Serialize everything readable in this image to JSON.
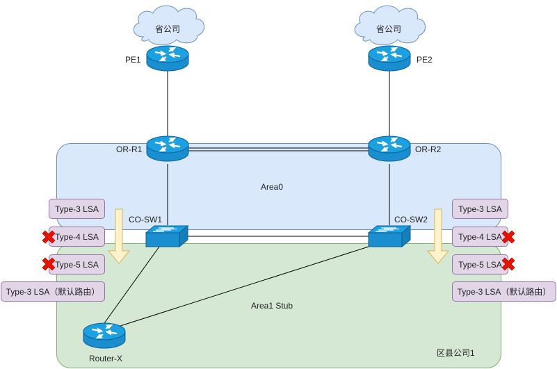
{
  "areas": {
    "area0": "Area0",
    "area1": "Area1 Stub",
    "branch": "区县公司1"
  },
  "devices": {
    "pe1": {
      "label": "PE1",
      "cloud": "省公司"
    },
    "pe2": {
      "label": "PE2",
      "cloud": "省公司"
    },
    "or_r1": "OR-R1",
    "or_r2": "OR-R2",
    "co_sw1": "CO-SW1",
    "co_sw2": "CO-SW2",
    "router_x": "Router-X"
  },
  "lsa_left": [
    {
      "label": "Type-3 LSA",
      "blocked": false
    },
    {
      "label": "Type-4 LSA",
      "blocked": true
    },
    {
      "label": "Type-5 LSA",
      "blocked": true
    },
    {
      "label": "Type-3 LSA（默认路由）",
      "blocked": false
    }
  ],
  "lsa_right": [
    {
      "label": "Type-3 LSA",
      "blocked": false
    },
    {
      "label": "Type-4 LSA",
      "blocked": true
    },
    {
      "label": "Type-5 LSA",
      "blocked": true
    },
    {
      "label": "Type-3 LSA（默认路由）",
      "blocked": false
    }
  ],
  "colors": {
    "area0_fill": "#dae8fc",
    "area0_stroke": "#6c8ebf",
    "area1_fill": "#d5e8d4",
    "area1_stroke": "#82b366",
    "lsa_fill": "#e1d5e7",
    "lsa_stroke": "#9673a6",
    "device_blue": "#1ba1e2",
    "arrow_fill": "#fff2cc",
    "arrow_stroke": "#d6b656",
    "cross_red": "#e51400"
  }
}
